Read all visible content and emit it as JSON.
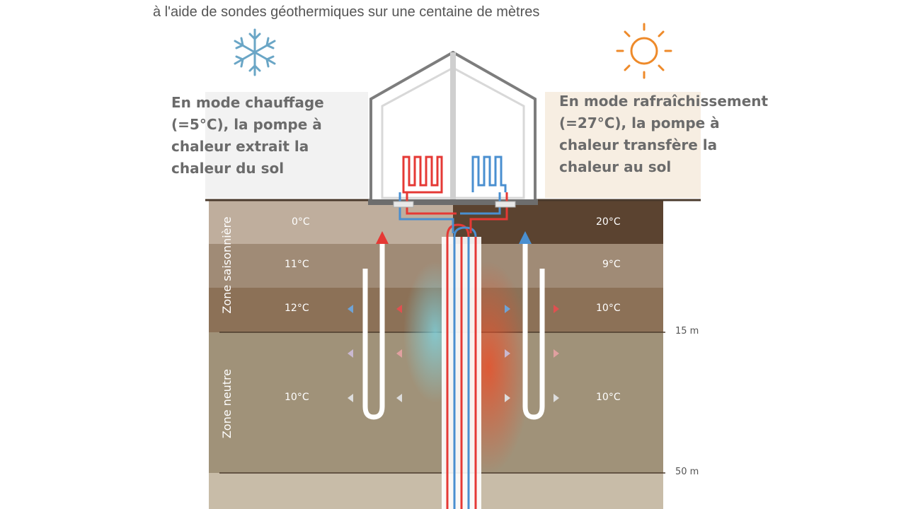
{
  "subtitle": "à l'aide de sondes géothermiques sur une centaine de mètres",
  "heating_mode": {
    "lines": [
      "En mode chauffage",
      "(=5°C), la pompe à",
      "chaleur extrait la",
      "chaleur du sol"
    ]
  },
  "cooling_mode": {
    "lines": [
      "En mode rafraîchissement",
      "(=27°C), la pompe à",
      "chaleur transfère la",
      "chaleur au sol"
    ]
  },
  "zones": {
    "seasonal": "Zone saisonnière",
    "neutral": "Zone neutre"
  },
  "left_temps": [
    "0°C",
    "11°C",
    "12°C",
    "10°C"
  ],
  "right_temps": [
    "20°C",
    "9°C",
    "10°C",
    "10°C"
  ],
  "depths": [
    "15 m",
    "50 m"
  ],
  "icons": {
    "heating": "snowflake-icon",
    "cooling": "sun-icon"
  },
  "colors": {
    "hot": "#e53935",
    "cold": "#4a8fd0",
    "ground_top_left": "#bfae9d",
    "ground_top_right": "#5b4330",
    "layer_mid": "#a08b76",
    "layer_dark": "#8c7157",
    "neutral_zone": "#a09279",
    "deep_zone": "#c8bca8"
  }
}
